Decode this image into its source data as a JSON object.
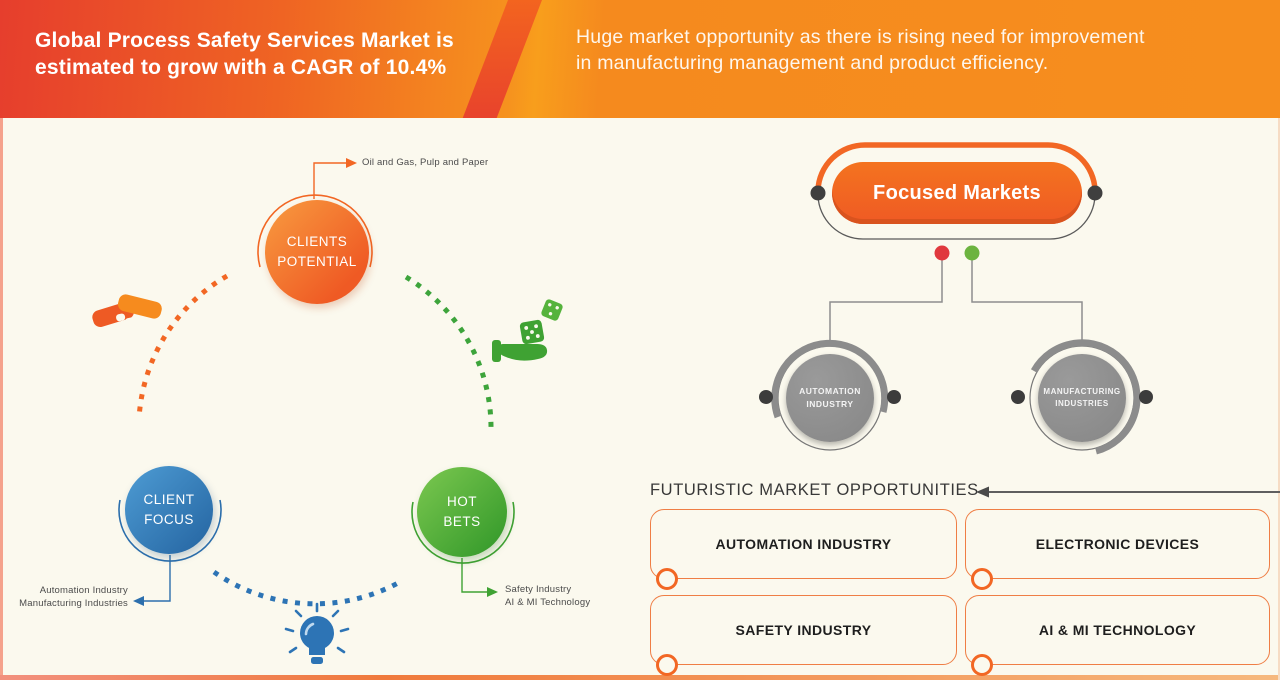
{
  "banner": {
    "title_line1": "Global Process Safety Services Market is",
    "title_line2": "estimated to grow with a CAGR of 10.4%",
    "subtitle_line1": "Huge market opportunity as there is rising need for improvement",
    "subtitle_line2": "in manufacturing management and product efficiency."
  },
  "cycle": {
    "clients_potential": {
      "line1": "CLIENTS",
      "line2": "POTENTIAL",
      "callout": "Oil and Gas, Pulp and Paper",
      "color": "#EE5A24"
    },
    "client_focus": {
      "line1": "CLIENT",
      "line2": "FOCUS",
      "callout_line1": "Automation Industry",
      "callout_line2": "Manufacturing Industries",
      "color": "#2C6FAD"
    },
    "hot_bets": {
      "line1": "HOT",
      "line2": "BETS",
      "callout_line1": "Safety Industry",
      "callout_line2": "AI & MI Technology",
      "color": "#3FA233"
    },
    "icons": {
      "handshake": "handshake-icon",
      "dice": "dice-in-hand-icon",
      "bulb": "lightbulb-icon"
    }
  },
  "focused_markets": {
    "title": "Focused Markets",
    "nodes": [
      {
        "line1": "AUTOMATION",
        "line2": "INDUSTRY"
      },
      {
        "line1": "MANUFACTURING",
        "line2": "INDUSTRIES"
      }
    ],
    "legend_dots": {
      "red": "#E0393E",
      "green": "#6CB33F"
    }
  },
  "opportunities": {
    "heading": "FUTURISTIC MARKET OPPORTUNITIES",
    "items": [
      "AUTOMATION INDUSTRY",
      "ELECTRONIC DEVICES",
      "SAFETY INDUSTRY",
      "AI & MI TECHNOLOGY"
    ]
  },
  "colors": {
    "accent_orange": "#F26724",
    "cream_background": "#FBF9EE",
    "banner_red": "#E63E2D",
    "banner_orange": "#F68D1E",
    "gray_node": "#8C8C8C",
    "blue": "#2C6FAD",
    "green": "#3FA233"
  }
}
